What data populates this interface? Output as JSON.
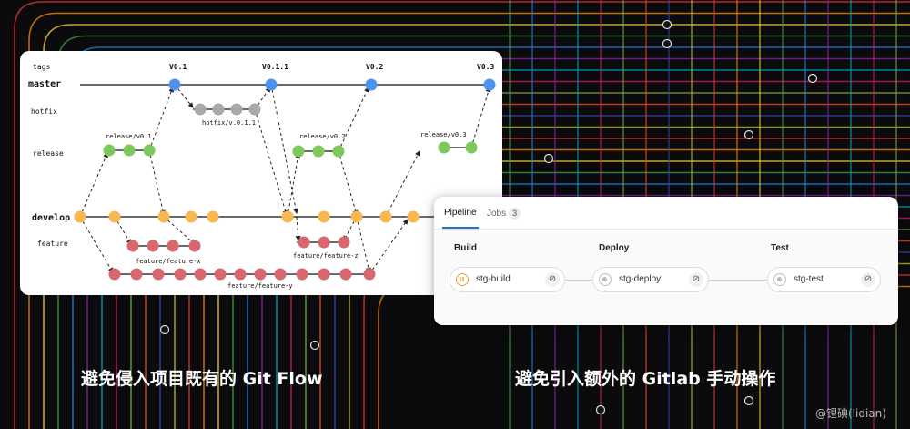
{
  "gitflow": {
    "branch_labels": [
      "tags",
      "master",
      "hotfix",
      "release",
      "develop",
      "feature"
    ],
    "tags": [
      "V0.1",
      "V0.1.1",
      "V0.2",
      "V0.3"
    ],
    "branch_names": [
      "hotfix/v.0.1.1",
      "release/v0.1",
      "release/v0.2",
      "release/v0.3",
      "feature/feature-x",
      "feature/feature-z",
      "feature/feature-y"
    ],
    "colors": {
      "master": "#4d94f0",
      "hotfix": "#a8a8a8",
      "release": "#7cc85a",
      "develop": "#f7b852",
      "feature": "#d8676f"
    }
  },
  "pipeline": {
    "tabs": {
      "pipeline": "Pipeline",
      "jobs": "Jobs",
      "jobs_count": "3"
    },
    "stages": [
      {
        "title": "Build",
        "job": "stg-build",
        "status": "running"
      },
      {
        "title": "Deploy",
        "job": "stg-deploy",
        "status": "created"
      },
      {
        "title": "Test",
        "job": "stg-test",
        "status": "created"
      }
    ]
  },
  "captions": {
    "left": "避免侵入项目既有的 Git Flow",
    "right": "避免引入额外的 Gitlab 手动操作"
  },
  "watermark": "@锂碘(lidian)"
}
